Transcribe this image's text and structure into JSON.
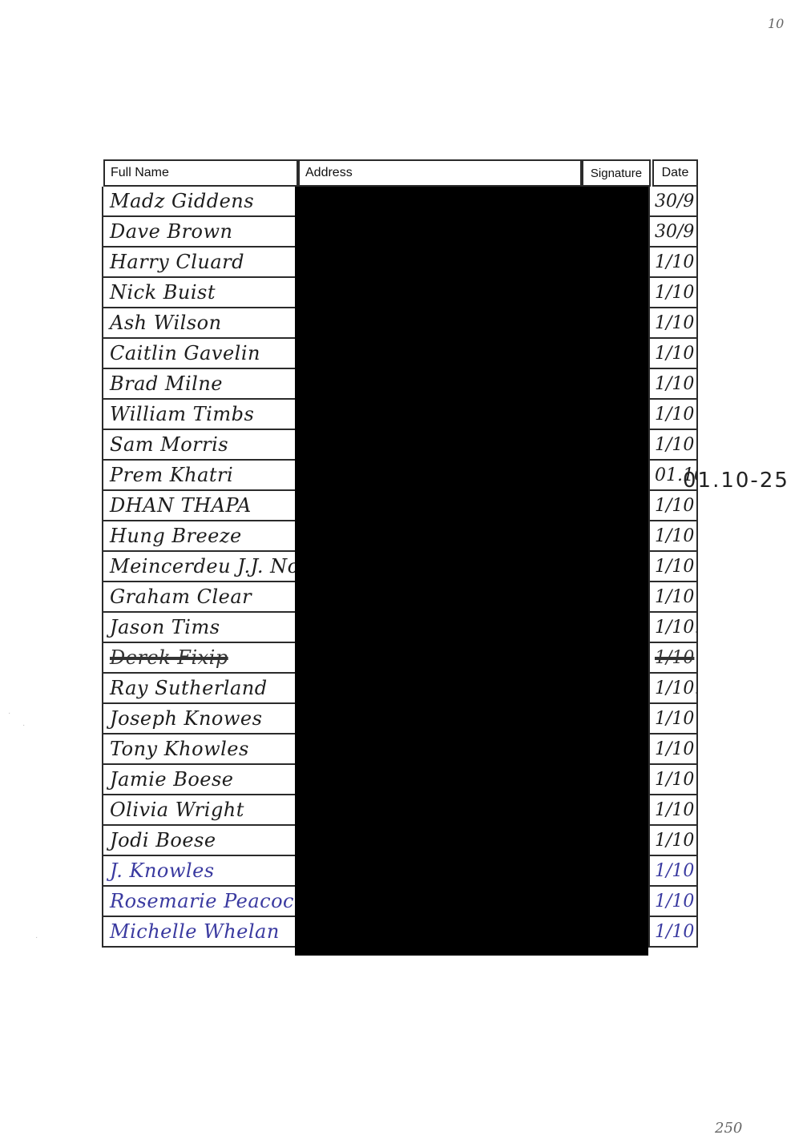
{
  "page": {
    "top_number": "10",
    "bottom_number": "250"
  },
  "columns": {
    "full_name": "Full Name",
    "address": "Address",
    "signature": "Signature",
    "date": "Date"
  },
  "rows": [
    {
      "name": "Madz Giddens",
      "date": "30/9"
    },
    {
      "name": "Dave Brown",
      "date": "30/9"
    },
    {
      "name": "Harry Cluard",
      "date": "1/10"
    },
    {
      "name": "Nick Buist",
      "date": "1/10"
    },
    {
      "name": "Ash Wilson",
      "date": "1/10"
    },
    {
      "name": "Caitlin Gavelin",
      "date": "1/10"
    },
    {
      "name": "Brad Milne",
      "date": "1/10"
    },
    {
      "name": "William Timbs",
      "date": "1/10"
    },
    {
      "name": "Sam Morris",
      "date": "1/10"
    },
    {
      "name": "Prem Khatri",
      "date": "01.10"
    },
    {
      "name": "DHAN THAPA",
      "date": "1/10"
    },
    {
      "name": "Hung Breeze",
      "date": "1/10"
    },
    {
      "name": "Meincerdeu J.J. No",
      "date": "1/10"
    },
    {
      "name": "Graham Clear",
      "date": "1/10"
    },
    {
      "name": "Jason Tims",
      "date": "1/10."
    },
    {
      "name": "Derek Fixip",
      "date": "1/10",
      "struck": true
    },
    {
      "name": "Ray Sutherland",
      "date": "1/10."
    },
    {
      "name": "Joseph Knowes",
      "date": "1/10"
    },
    {
      "name": "Tony Khowles",
      "date": "1/10"
    },
    {
      "name": "Jamie Boese",
      "date": "1/10"
    },
    {
      "name": "Olivia Wright",
      "date": "1/10"
    },
    {
      "name": "Jodi Boese",
      "date": "1/10"
    },
    {
      "name": "J. Knowles",
      "date": "1/10",
      "blue": true
    },
    {
      "name": "Rosemarie Peacock",
      "date": "1/10",
      "blue": true
    },
    {
      "name": "Michelle Whelan",
      "date": "1/10",
      "blue": true
    }
  ],
  "margin_note": "01.10-25"
}
